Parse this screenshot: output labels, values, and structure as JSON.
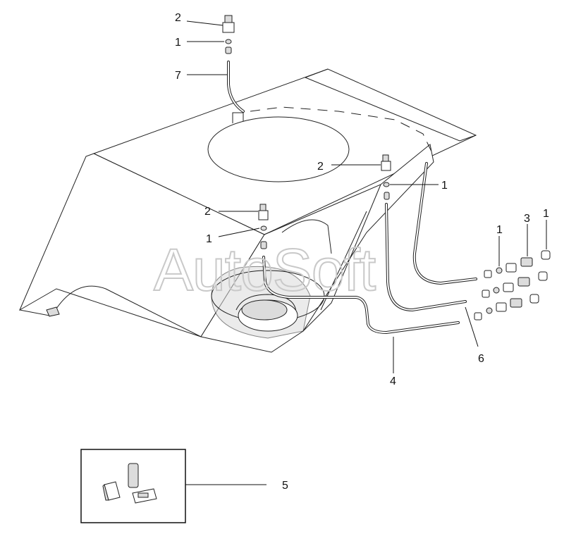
{
  "watermark": "AutoSoft",
  "callouts": {
    "c2_top": "2",
    "c1_top": "1",
    "c7": "7",
    "c2_mid": "2",
    "c1_mid": "1",
    "c2_left": "2",
    "c1_left": "1",
    "c1_right_a": "1",
    "c3": "3",
    "c1_right_b": "1",
    "c6": "6",
    "c4": "4",
    "c5": "5"
  },
  "icons": {
    "fitting": "fitting-icon",
    "washer": "washer-icon",
    "nut": "nut-icon"
  },
  "colors": {
    "line": "#222222",
    "shade": "#dcdcdc",
    "watermark": "#c9c9c9"
  }
}
